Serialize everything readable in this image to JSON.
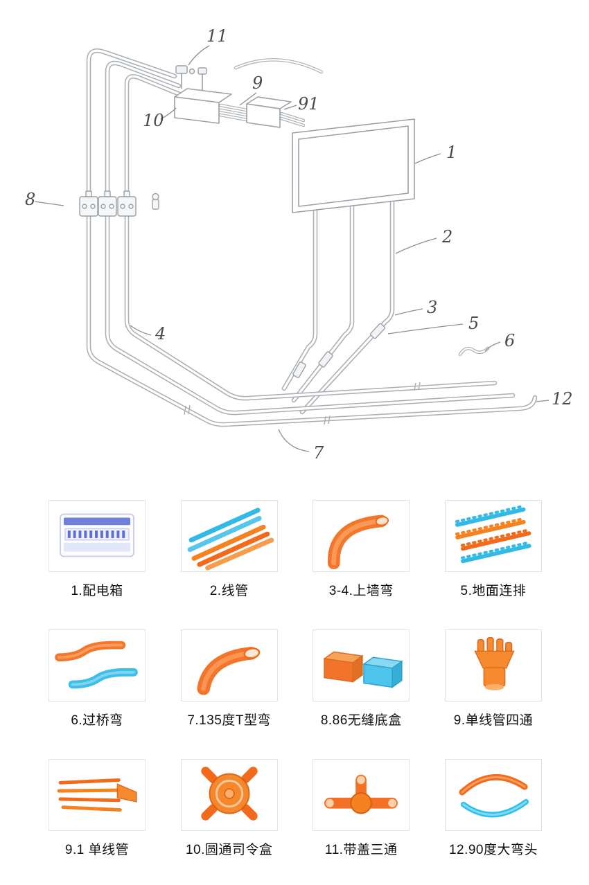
{
  "diagram": {
    "callouts": [
      {
        "label": "11"
      },
      {
        "label": "9"
      },
      {
        "label": "91"
      },
      {
        "label": "10"
      },
      {
        "label": "1"
      },
      {
        "label": "8"
      },
      {
        "label": "2"
      },
      {
        "label": "3"
      },
      {
        "label": "5"
      },
      {
        "label": "6"
      },
      {
        "label": "12"
      },
      {
        "label": "4"
      },
      {
        "label": "7"
      }
    ]
  },
  "catalog": {
    "items": [
      {
        "label": "1.配电箱",
        "icon": "distribution-box"
      },
      {
        "label": "2.线管",
        "icon": "conduit-tubes"
      },
      {
        "label": "3-4.上墙弯",
        "icon": "wall-bend"
      },
      {
        "label": "5.地面连排",
        "icon": "floor-row-connector"
      },
      {
        "label": "6.过桥弯",
        "icon": "bridge-bend"
      },
      {
        "label": "7.135度T型弯",
        "icon": "t-bend-135"
      },
      {
        "label": "8.86无缝底盒",
        "icon": "seamless-bottom-box"
      },
      {
        "label": "9.单线管四通",
        "icon": "single-conduit-four-way"
      },
      {
        "label": "9.1 单线管",
        "icon": "single-conduit"
      },
      {
        "label": "10.圆通司令盒",
        "icon": "round-junction-box"
      },
      {
        "label": "11.带盖三通",
        "icon": "covered-tee"
      },
      {
        "label": "12.90度大弯头",
        "icon": "large-90-elbow"
      }
    ]
  },
  "colors": {
    "orange": "#f26a1b",
    "orange_light": "#f58220",
    "blue": "#2fb9e6",
    "line_gray": "#a9afb5",
    "callout_text": "#4a4a4a",
    "panel_blue": "#5b6fd4"
  }
}
